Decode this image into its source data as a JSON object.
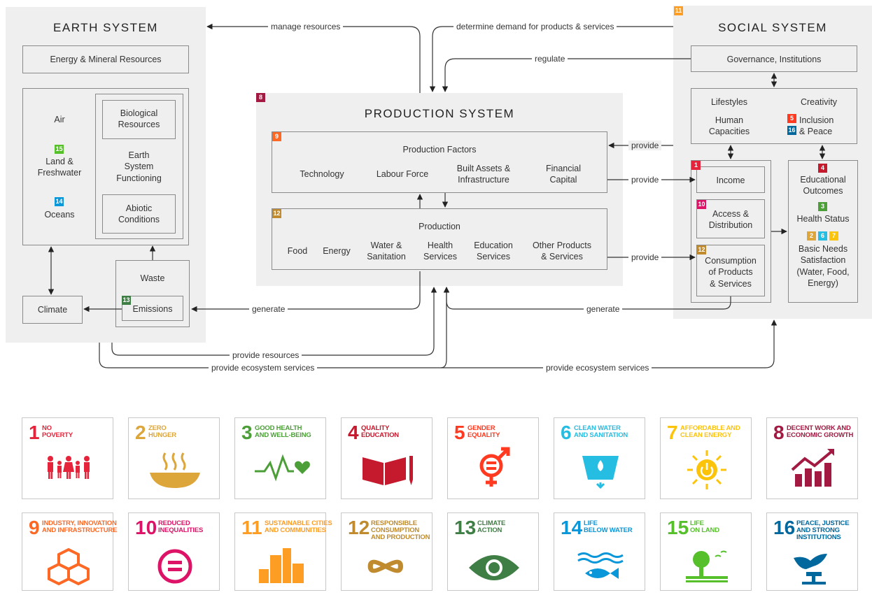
{
  "earth": {
    "title": "EARTH SYSTEM",
    "energy": "Energy & Mineral Resources",
    "air": "Air",
    "land": "Land &\nFreshwater",
    "oceans": "Oceans",
    "bio": "Biological\nResources",
    "esf": "Earth\nSystem\nFunctioning",
    "abiotic": "Abiotic\nConditions",
    "waste": "Waste",
    "emissions": "Emissions",
    "climate": "Climate",
    "badge_land": "15",
    "badge_oceans": "14",
    "badge_emissions": "13"
  },
  "production": {
    "badge": "8",
    "title": "PRODUCTION SYSTEM",
    "factors_badge": "9",
    "factors_title": "Production Factors",
    "technology": "Technology",
    "labour": "Labour Force",
    "built": "Built Assets &\nInfrastructure",
    "financial": "Financial\nCapital",
    "prod_badge": "12",
    "prod_title": "Production",
    "food": "Food",
    "energy": "Energy",
    "water": "Water &\nSanitation",
    "health": "Health\nServices",
    "education": "Education\nServices",
    "other": "Other Products\n& Services"
  },
  "social": {
    "badge": "11",
    "title": "SOCIAL SYSTEM",
    "governance": "Governance, Institutions",
    "lifestyles": "Lifestyles",
    "creativity": "Creativity",
    "human": "Human\nCapacities",
    "inclusion": "Inclusion\n& Peace",
    "badge_inclusion_a": "5",
    "badge_inclusion_b": "16",
    "income_badge": "1",
    "income": "Income",
    "access_badge": "10",
    "access": "Access &\nDistribution",
    "consumption_badge": "12",
    "consumption": "Consumption\nof Products\n& Services",
    "edu_badge": "4",
    "edu": "Educational\nOutcomes",
    "health_badge": "3",
    "health": "Health Status",
    "needs_badges": [
      "2",
      "6",
      "7"
    ],
    "needs": "Basic Needs\nSatisfaction\n(Water, Food,\nEnergy)"
  },
  "flows": {
    "manage": "manage resources",
    "demand": "determine demand for products & services",
    "regulate": "regulate",
    "provide1": "provide",
    "provide2": "provide",
    "provide3": "provide",
    "generate1": "generate",
    "generate2": "generate",
    "provide_resources": "provide resources",
    "provide_eco1": "provide ecosystem services",
    "provide_eco2": "provide ecosystem services"
  },
  "sdgs": [
    {
      "num": "1",
      "title": "NO\nPOVERTY",
      "color": "#e5243b"
    },
    {
      "num": "2",
      "title": "ZERO\nHUNGER",
      "color": "#dda63a"
    },
    {
      "num": "3",
      "title": "GOOD HEALTH\nAND WELL-BEING",
      "color": "#4c9f38"
    },
    {
      "num": "4",
      "title": "QUALITY\nEDUCATION",
      "color": "#c5192d"
    },
    {
      "num": "5",
      "title": "GENDER\nEQUALITY",
      "color": "#ff3a21"
    },
    {
      "num": "6",
      "title": "CLEAN WATER\nAND SANITATION",
      "color": "#26bde2"
    },
    {
      "num": "7",
      "title": "AFFORDABLE AND\nCLEAN ENERGY",
      "color": "#fcc30b"
    },
    {
      "num": "8",
      "title": "DECENT WORK AND\nECONOMIC GROWTH",
      "color": "#a21942"
    },
    {
      "num": "9",
      "title": "INDUSTRY, INNOVATION\nAND INFRASTRUCTURE",
      "color": "#fd6925"
    },
    {
      "num": "10",
      "title": "REDUCED\nINEQUALITIES",
      "color": "#dd1367"
    },
    {
      "num": "11",
      "title": "SUSTAINABLE CITIES\nAND COMMUNITIES",
      "color": "#fd9d24"
    },
    {
      "num": "12",
      "title": "RESPONSIBLE\nCONSUMPTION\nAND PRODUCTION",
      "color": "#bf8b2e"
    },
    {
      "num": "13",
      "title": "CLIMATE\nACTION",
      "color": "#3f7e44"
    },
    {
      "num": "14",
      "title": "LIFE\nBELOW WATER",
      "color": "#0a97d9"
    },
    {
      "num": "15",
      "title": "LIFE\nON LAND",
      "color": "#56c02b"
    },
    {
      "num": "16",
      "title": "PEACE, JUSTICE\nAND STRONG\nINSTITUTIONS",
      "color": "#00689d"
    }
  ]
}
